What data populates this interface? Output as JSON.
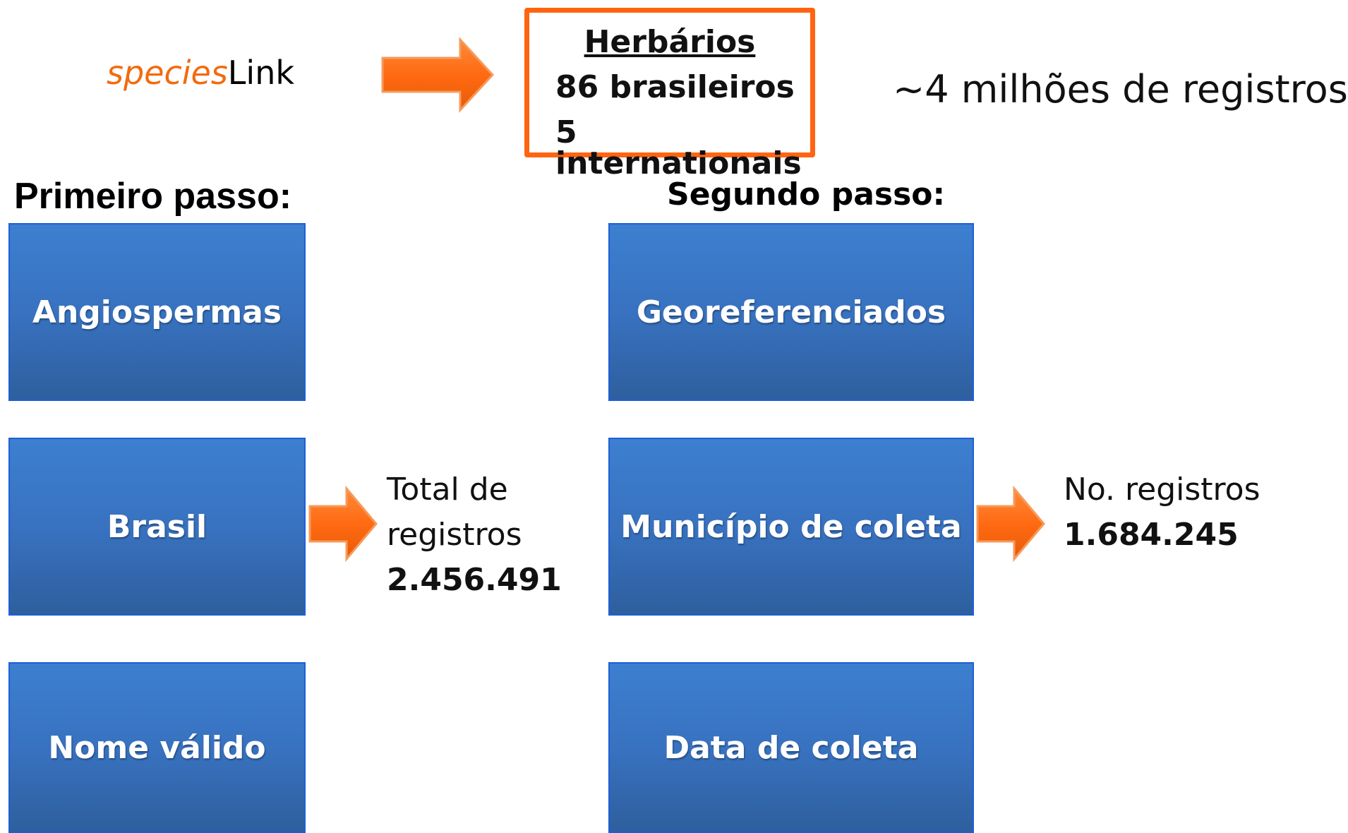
{
  "header": {
    "logo_prefix": "species",
    "logo_suffix": "Link",
    "herbaria": {
      "title": "Herbários",
      "line1": "86 brasileiros",
      "line2": "5 internationais"
    },
    "total_note": "~4 milhões de registros"
  },
  "steps": {
    "first": {
      "label": "Primeiro passo:",
      "boxes": [
        "Angiospermas",
        "Brasil",
        "Nome válido"
      ],
      "result": {
        "line1": "Total de",
        "line2": "registros",
        "value": "2.456.491"
      }
    },
    "second": {
      "label": "Segundo passo:",
      "boxes": [
        "Georeferenciados",
        "Município de coleta",
        "Data de coleta"
      ],
      "result": {
        "line1": "No. registros",
        "value": "1.684.245"
      }
    }
  },
  "colors": {
    "accent_orange": "#ff6410",
    "logo_orange": "#f26b0f",
    "box_blue_top": "#3d7fd0",
    "box_blue_bottom": "#2e5f9e",
    "box_border": "#1d5fd8"
  },
  "icons": [
    "arrow-right-icon"
  ]
}
